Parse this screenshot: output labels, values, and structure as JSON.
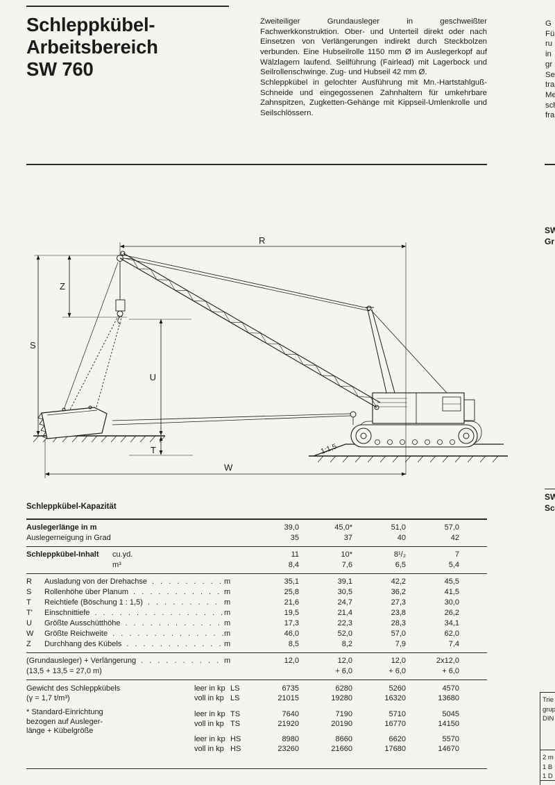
{
  "page": {
    "title_lines": [
      "Schleppkübel-",
      "Arbeitsbereich",
      "SW 760"
    ],
    "intro": {
      "para1": "Zweiteiliger Grundausleger in geschweißter Fachwerkkonstruktion. Ober- und Unterteil direkt oder nach Einsetzen von Verlängerungen indirekt durch Steckbolzen verbunden. Eine Hubseilrolle 1150 mm Ø im Auslegerkopf auf Wälzlagern laufend. Seilführung (Fairlead) mit Lagerbock und Seilrollenschwinge. Zug- und Hubseil 42 mm Ø.",
      "para2": "Schleppkübel in gelochter Ausführung mit Mn.-Hartstahlguß-Schneide und eingegossenen Zahnhaltern für umkehrbare Zahnspitzen, Zugketten-Gehänge mit Kippseil-Umlenkrolle und Seilschlössern."
    }
  },
  "diagram": {
    "dim_r": "R",
    "dim_z": "Z",
    "dim_s": "S",
    "dim_u": "U",
    "dim_t": "T",
    "dim_w": "W",
    "slope_label": "1:1,5"
  },
  "table": {
    "heading": "Schleppkübel-Kapazität",
    "leader_dots": ". . . . . . . . . . . . . . . . . . . .",
    "boom_length": {
      "label": "Auslegerlänge in m",
      "values": [
        "39,0",
        "45,0*",
        "51,0",
        "57,0"
      ]
    },
    "boom_angle": {
      "label": "Auslegerneigung in Grad",
      "values": [
        "35",
        "37",
        "40",
        "42"
      ]
    },
    "capacity": {
      "label": "Schleppkübel-Inhalt",
      "rows": [
        {
          "unit": "cu.yd.",
          "values": [
            "11",
            "10*",
            "8¹/₂",
            "7"
          ]
        },
        {
          "unit": "m³",
          "values": [
            "8,4",
            "7,6",
            "6,5",
            "5,4"
          ]
        }
      ]
    },
    "dim_rows": [
      {
        "letter": "R",
        "label": "Ausladung von der Drehachse",
        "unit": "m",
        "values": [
          "35,1",
          "39,1",
          "42,2",
          "45,5"
        ]
      },
      {
        "letter": "S",
        "label": "Rollenhöhe über Planum",
        "unit": "m",
        "values": [
          "25,8",
          "30,5",
          "36,2",
          "41,5"
        ]
      },
      {
        "letter": "T",
        "label": "Reichtiefe (Böschung 1 : 1,5)",
        "unit": "m",
        "values": [
          "21,6",
          "24,7",
          "27,3",
          "30,0"
        ]
      },
      {
        "letter": "T'",
        "label": "Einschnittiefe",
        "unit": "m",
        "values": [
          "19,5",
          "21,4",
          "23,8",
          "26,2"
        ]
      },
      {
        "letter": "U",
        "label": "Größte Ausschütthöhe",
        "unit": "m",
        "values": [
          "17,3",
          "22,3",
          "28,3",
          "34,1"
        ]
      },
      {
        "letter": "W",
        "label": "Größte Reichweite",
        "unit": "m",
        "values": [
          "46,0",
          "52,0",
          "57,0",
          "62,0"
        ]
      },
      {
        "letter": "Z",
        "label": "Durchhang des Kübels",
        "unit": "m",
        "values": [
          "8,5",
          "8,2",
          "7,9",
          "7,4"
        ]
      }
    ],
    "extension": {
      "label_line1": "(Grundausleger) + Verlängerung",
      "label_line2": "(13,5 + 13,5 = 27,0 m)",
      "unit": "m",
      "row1": [
        "12,0",
        "12,0",
        "12,0",
        "2x12,0"
      ],
      "row2": [
        "",
        "+ 6,0",
        "+ 6,0",
        "+ 6,0"
      ]
    },
    "weights": {
      "title": "Gewicht des Schleppkübels",
      "gamma_note": "(γ = 1,7 t/m³)",
      "std_note": [
        "* Standard-Einrichtung",
        "bezogen auf Ausleger-",
        "länge + Kübelgröße"
      ],
      "rows": [
        {
          "unit": "leer in kp",
          "code": "LS",
          "values": [
            "6735",
            "6280",
            "5260",
            "4570"
          ]
        },
        {
          "unit": "voll in kp",
          "code": "LS",
          "values": [
            "21015",
            "19280",
            "16320",
            "13680"
          ]
        },
        {
          "unit": "leer in kp",
          "code": "TS",
          "values": [
            "7640",
            "7190",
            "5710",
            "5045"
          ]
        },
        {
          "unit": "voll in kp",
          "code": "TS",
          "values": [
            "21920",
            "20190",
            "16770",
            "14150"
          ]
        },
        {
          "unit": "leer in kp",
          "code": "HS",
          "values": [
            "8980",
            "8660",
            "6620",
            "5570"
          ]
        },
        {
          "unit": "voll in kp",
          "code": "HS",
          "values": [
            "23260",
            "21660",
            "17680",
            "14670"
          ]
        }
      ]
    }
  },
  "right_column": {
    "top_fragments": [
      "G",
      "Fü",
      "ru",
      "in",
      "gr",
      "Se",
      "tra",
      "Me",
      "sch",
      "fra"
    ],
    "mid_upper": [
      "SW",
      "Gr"
    ],
    "mid_lower": [
      "SW",
      "Sch"
    ],
    "bottom_upper": [
      "Trie",
      "grup",
      "DIN"
    ],
    "bottom_lower": [
      "2 m",
      "1 B",
      "1 D"
    ]
  }
}
